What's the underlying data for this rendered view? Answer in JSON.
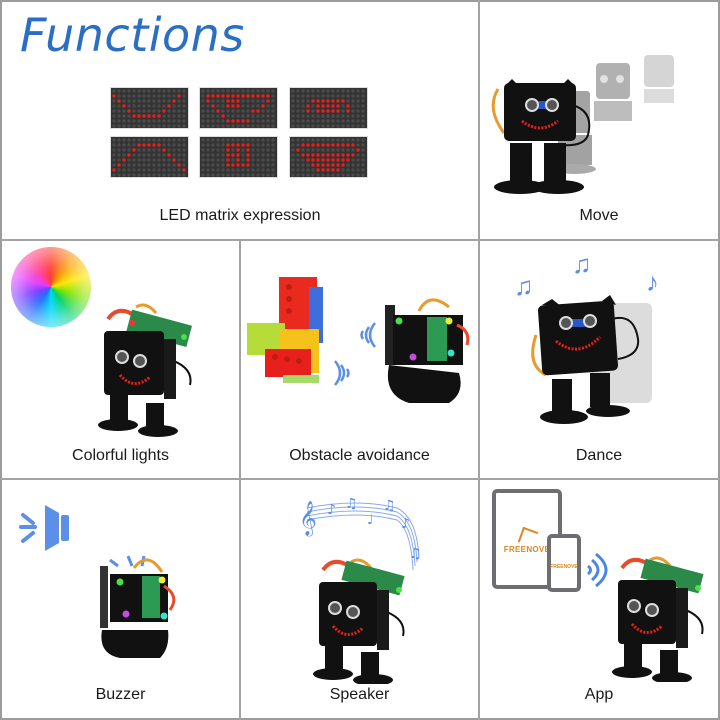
{
  "title": "Functions",
  "colors": {
    "title": "#2a6fc4",
    "grid_line": "#a3a3a3",
    "led_on": "#e8201c",
    "led_off": "#4a4a4a",
    "matrix_bg": "#333333",
    "icon_blue": "#5b8fe8",
    "brand_orange": "#d9891f"
  },
  "cells": [
    {
      "id": "led",
      "caption": "LED matrix expression"
    },
    {
      "id": "move",
      "caption": "Move"
    },
    {
      "id": "lights",
      "caption": "Colorful lights"
    },
    {
      "id": "obstacle",
      "caption": "Obstacle avoidance"
    },
    {
      "id": "dance",
      "caption": "Dance"
    },
    {
      "id": "buzzer",
      "caption": "Buzzer"
    },
    {
      "id": "speaker",
      "caption": "Speaker"
    },
    {
      "id": "app",
      "caption": "App"
    }
  ],
  "led_expressions": [
    "smile-v",
    "big-grin",
    "flat-mouth",
    "frown",
    "o-mouth",
    "open-grin"
  ],
  "app": {
    "brand": "FREENOVE"
  }
}
